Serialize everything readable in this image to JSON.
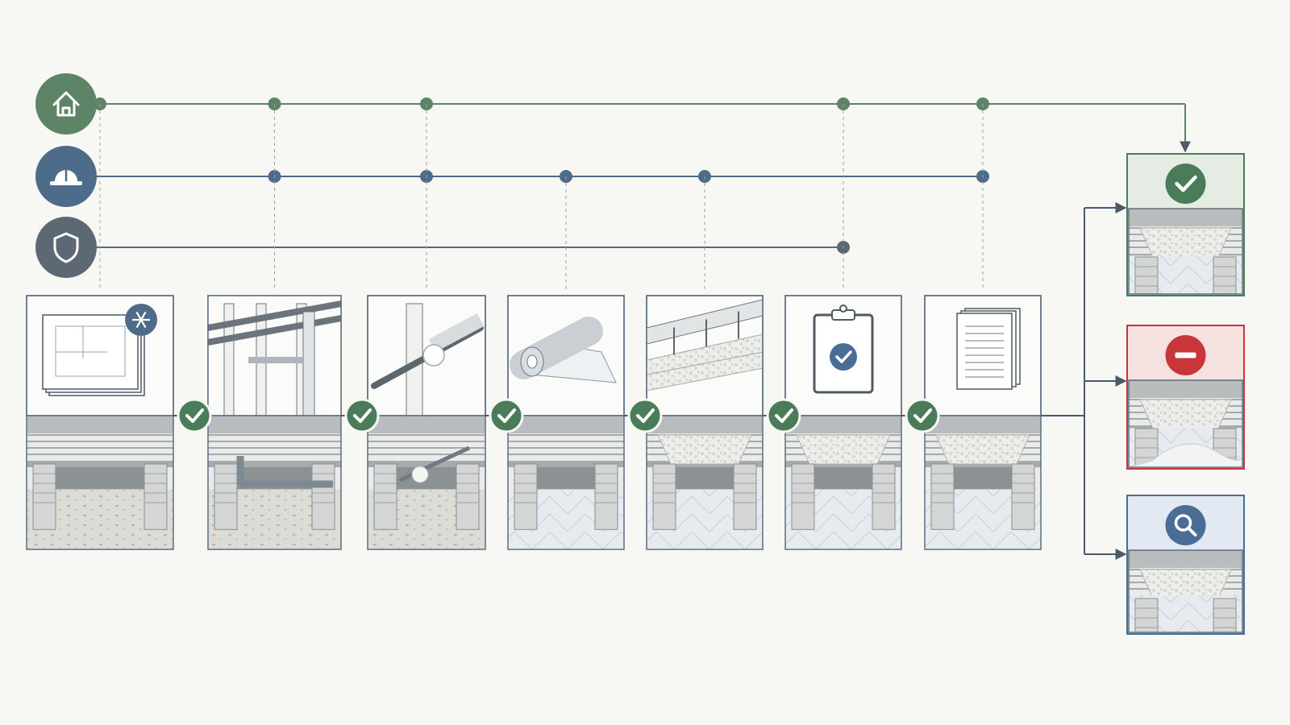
{
  "colors": {
    "background": "#f7f7f4",
    "owner": "#5e8467",
    "contractor": "#4f6b8a",
    "inspector": "#5c6873",
    "success": "#4a7c59",
    "danger": "#c9363a",
    "review": "#4a6d96",
    "frame": "#5a6e80",
    "arrow": "#4a5a6b"
  },
  "roles": [
    {
      "id": "owner",
      "icon": "house-icon",
      "color_key": "owner"
    },
    {
      "id": "contractor",
      "icon": "hard-hat-icon",
      "color_key": "contractor"
    },
    {
      "id": "inspector",
      "icon": "shield-icon",
      "color_key": "inspector"
    }
  ],
  "steps": [
    {
      "id": "plan-review",
      "top_icon": "blueprint-snowflake-icon",
      "bottom_scene": "bare-dirt-crawlspace",
      "roles": [
        "owner"
      ]
    },
    {
      "id": "plumbing-framing",
      "top_icon": "pipe-framing-icon",
      "bottom_scene": "crawlspace-with-pipes",
      "roles": [
        "owner",
        "contractor"
      ]
    },
    {
      "id": "air-sealing",
      "top_icon": "pipe-sealant-icon",
      "bottom_scene": "crawlspace-sealed-pipe",
      "roles": [
        "owner",
        "contractor"
      ]
    },
    {
      "id": "vapor-barrier",
      "top_icon": "plastic-roll-icon",
      "bottom_scene": "crawlspace-vapor-barrier",
      "roles": [
        "contractor"
      ]
    },
    {
      "id": "insulation",
      "top_icon": "insulation-batts-icon",
      "bottom_scene": "crawlspace-insulated",
      "roles": [
        "contractor"
      ]
    },
    {
      "id": "inspection",
      "top_icon": "clipboard-check-icon",
      "bottom_scene": "crawlspace-insulated",
      "roles": [
        "owner",
        "inspector"
      ]
    },
    {
      "id": "documentation",
      "top_icon": "documents-icon",
      "bottom_scene": "crawlspace-insulated",
      "roles": [
        "owner",
        "contractor"
      ]
    }
  ],
  "outcomes": [
    {
      "id": "approved",
      "icon": "check-icon",
      "color_key": "success",
      "scene": "crawlspace-complete"
    },
    {
      "id": "rejected",
      "icon": "minus-icon",
      "color_key": "danger",
      "scene": "crawlspace-damaged-barrier"
    },
    {
      "id": "review",
      "icon": "magnifier-icon",
      "color_key": "review",
      "scene": "crawlspace-complete"
    }
  ],
  "step_check_icon": "check-circle-icon"
}
